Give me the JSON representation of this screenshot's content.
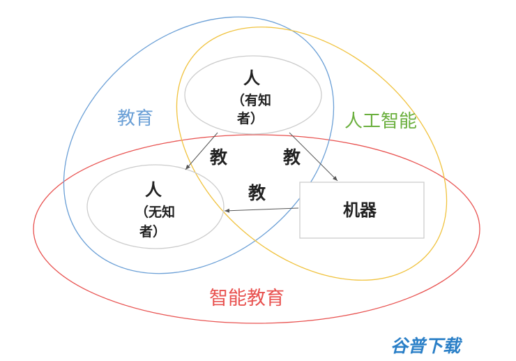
{
  "ovals": {
    "education": "教育",
    "ai": "人工智能",
    "smart_education": "智能教育"
  },
  "nodes": {
    "knower": {
      "title": "人",
      "line1": "（有知",
      "line2": "者）"
    },
    "learner": {
      "title": "人",
      "line1": "（无知",
      "line2": "者）"
    },
    "machine": "机器"
  },
  "edges": {
    "knower_to_learner": "教",
    "knower_to_machine": "教",
    "machine_to_learner": "教"
  },
  "watermark": "谷普下载",
  "colors": {
    "education": "#6a9fd6",
    "ai": "#f0c23d",
    "smart_education": "#e8514f",
    "ai_text": "#6aaf3d",
    "watermark": "#2a7fc7",
    "node_stroke": "#cccccc"
  }
}
